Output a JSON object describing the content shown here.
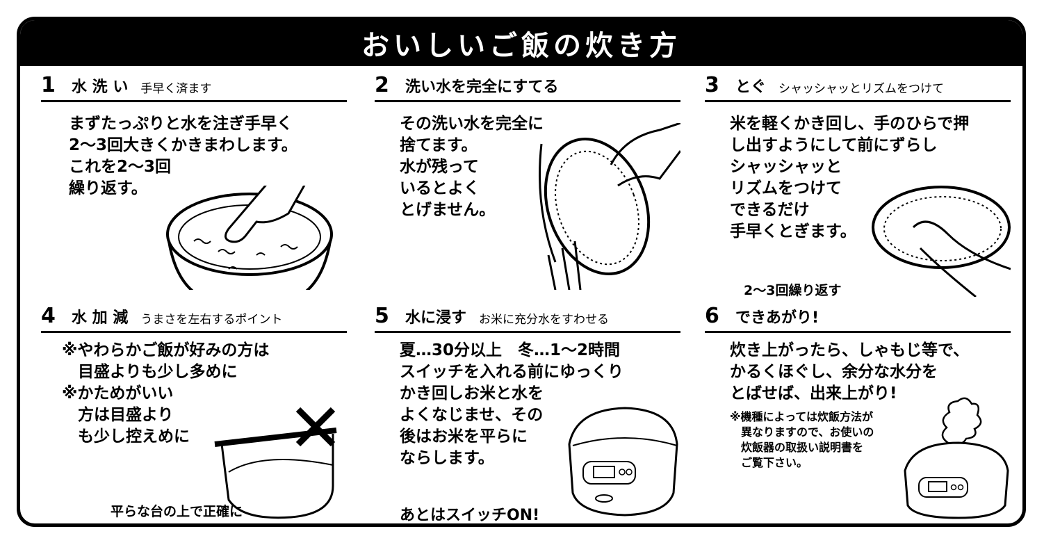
{
  "title": "おいしいご飯の炊き方",
  "steps": [
    {
      "number": "1",
      "title": "水 洗 い",
      "subtitle": "手早く済ます",
      "lines": [
        "まずたっぷりと水を注ぎ手早く",
        "2～3回大きくかきまわします。",
        "これを2～3回",
        "繰り返す。"
      ]
    },
    {
      "number": "2",
      "title": "洗い水を完全にすてる",
      "subtitle": "",
      "lines": [
        "その洗い水を完全に",
        "捨てます。",
        "水が残って",
        "いるとよく",
        "とげません。"
      ]
    },
    {
      "number": "3",
      "title": "とぐ",
      "subtitle": "シャッシャッとリズムをつけて",
      "lines": [
        "米を軽くかき回し、手のひらで押",
        "し出すようにして前にずらし",
        "シャッシャッと",
        "リズムをつけて",
        "できるだけ",
        "手早くとぎます。"
      ],
      "caption": "2～3回繰り返す"
    },
    {
      "number": "4",
      "title": "水 加 減",
      "subtitle": "うまさを左右するポイント",
      "lines": [
        "※やわらかご飯が好みの方は",
        "　目盛よりも少し多めに",
        "※かためがいい",
        "　方は目盛より",
        "　も少し控えめに"
      ],
      "caption": "平らな台の上で正確に"
    },
    {
      "number": "5",
      "title": "水に浸す",
      "subtitle": "お米に充分水をすわせる",
      "lines": [
        "夏…30分以上　冬…1～2時間",
        "スイッチを入れる前にゆっくり",
        "かき回しお米と水を",
        "よくなじませ、その",
        "後はお米を平らに",
        "ならします。"
      ],
      "caption": "あとはスイッチON!"
    },
    {
      "number": "6",
      "title": "できあがり!",
      "subtitle": "",
      "lines": [
        "炊き上がったら、しゃもじ等で、",
        "かるくほぐし、余分な水分を",
        "とばせば、出来上がり!"
      ],
      "note_lines": [
        "※機種によっては炊飯方法が",
        "　異なりますので、お使いの",
        "　炊飯器の取扱い説明書を",
        "　ご覧下さい。"
      ]
    }
  ]
}
